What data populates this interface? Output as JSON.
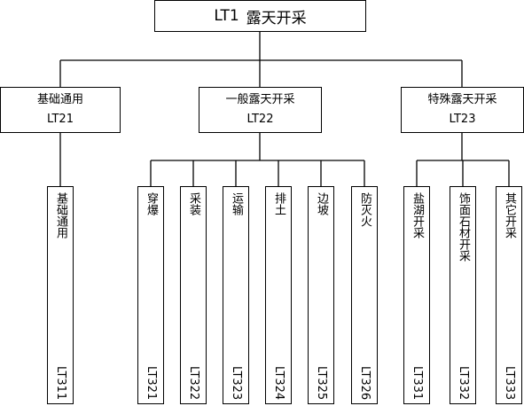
{
  "root": {
    "code": "LT1",
    "name": "露天开采"
  },
  "categories": [
    {
      "name": "基础通用",
      "code": "LT21"
    },
    {
      "name": "一般露天开采",
      "code": "LT22"
    },
    {
      "name": "特殊露天开采",
      "code": "LT23"
    }
  ],
  "leaves": [
    {
      "name": "基础通用",
      "code": "LT311"
    },
    {
      "name": "穿爆",
      "code": "LT321"
    },
    {
      "name": "采装",
      "code": "LT322"
    },
    {
      "name": "运输",
      "code": "LT323"
    },
    {
      "name": "排土",
      "code": "LT324"
    },
    {
      "name": "边坡",
      "code": "LT325"
    },
    {
      "name": "防灭火",
      "code": "LT326"
    },
    {
      "name": "盐湖开采",
      "code": "LT331"
    },
    {
      "name": "饰面石材开采",
      "code": "LT332"
    },
    {
      "name": "其它开采",
      "code": "LT333"
    }
  ]
}
